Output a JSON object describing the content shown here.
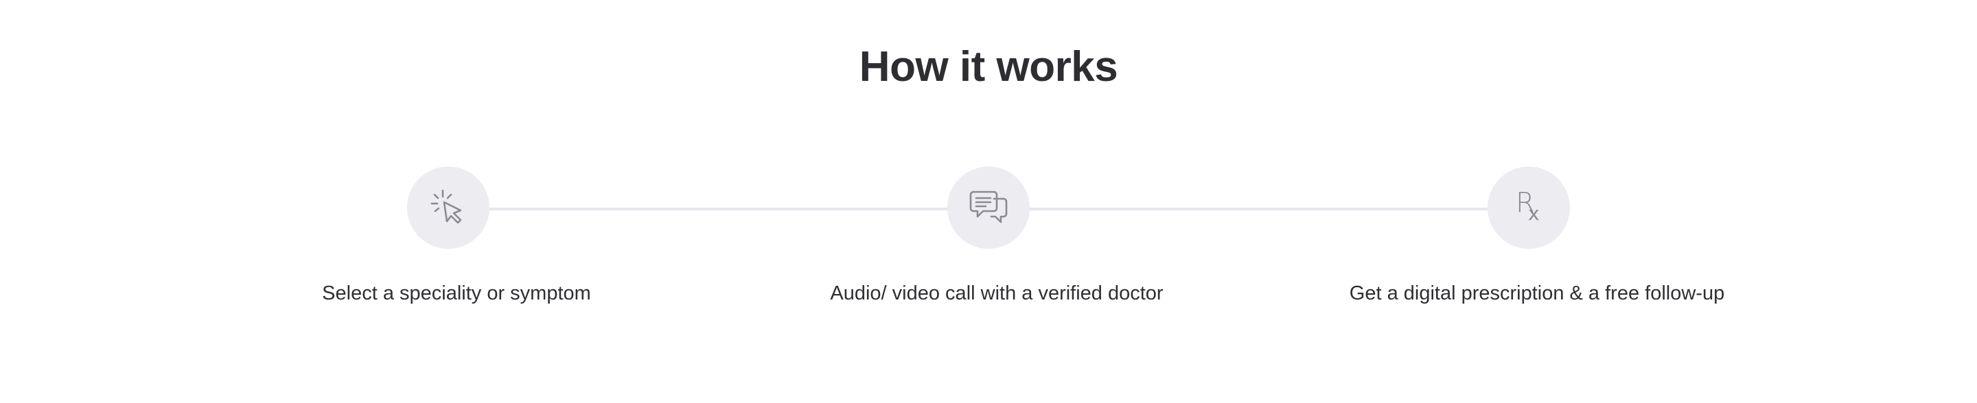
{
  "section": {
    "title": "How it works"
  },
  "steps": [
    {
      "icon": "cursor-click-icon",
      "label": "Select a speciality or symptom"
    },
    {
      "icon": "chat-bubbles-icon",
      "label": "Audio/ video call with a verified doctor"
    },
    {
      "icon": "prescription-rx-icon",
      "label": "Get a digital prescription & a free follow-up",
      "glyph_r": "R",
      "glyph_x": "x"
    }
  ],
  "colors": {
    "circle_bg": "#ececf1",
    "connector": "#e6e6ec",
    "icon": "#8a8a92",
    "text": "#2f2f33"
  }
}
